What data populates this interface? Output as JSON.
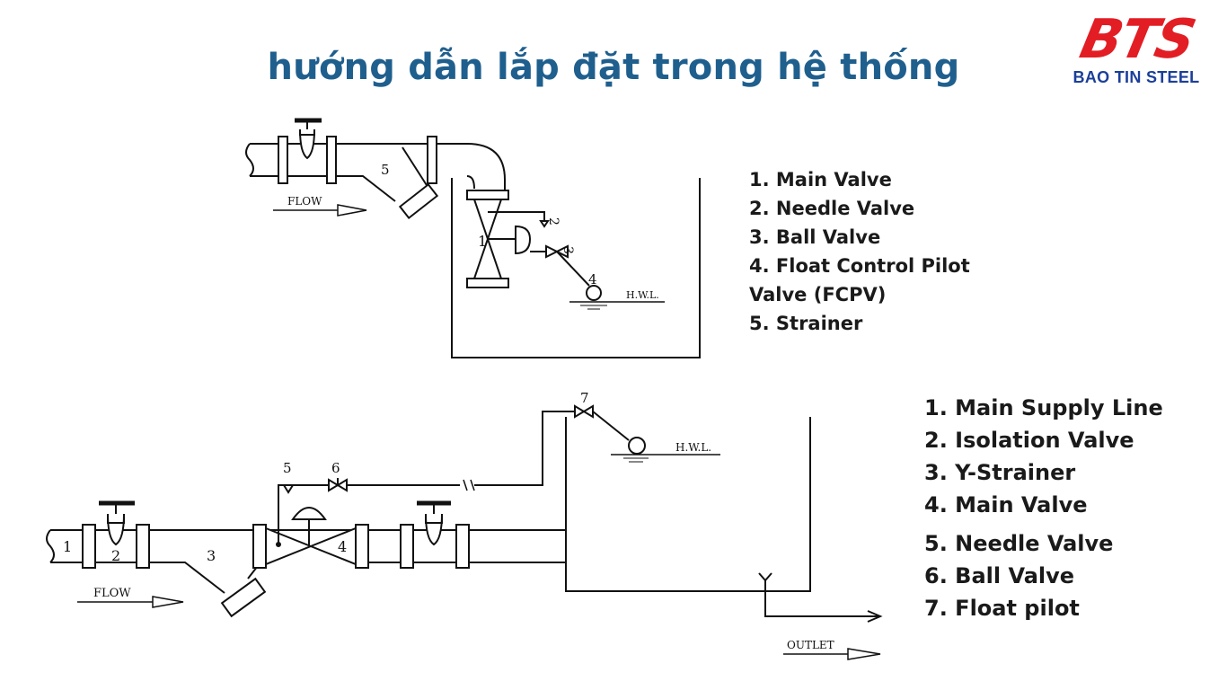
{
  "header": {
    "title": "hướng dẫn lắp đặt trong hệ thống"
  },
  "logo": {
    "mark": "BTS",
    "name": "BAO TIN STEEL",
    "colors": {
      "mark": "#e31d24",
      "name": "#1b3f9a"
    }
  },
  "title_color": "#1f5f8e",
  "diagram_top": {
    "flow_label": "FLOW",
    "hwl_label": "H.W.L.",
    "numbers": [
      "1",
      "2",
      "3",
      "4",
      "5"
    ],
    "legend": [
      "1. Main Valve",
      "2. Needle Valve",
      "3. Ball Valve",
      "4. Float Control Pilot",
      "Valve (FCPV)",
      "5. Strainer"
    ]
  },
  "diagram_bottom": {
    "flow_label": "FLOW",
    "hwl_label": "H.W.L.",
    "outlet_label": "OUTLET",
    "numbers": [
      "1",
      "2",
      "3",
      "4",
      "5",
      "6",
      "7"
    ],
    "legend": [
      "1. Main Supply Line",
      "2. Isolation Valve",
      "3. Y-Strainer",
      "4. Main Valve",
      "5. Needle Valve",
      "6. Ball Valve",
      "7. Float pilot"
    ]
  }
}
